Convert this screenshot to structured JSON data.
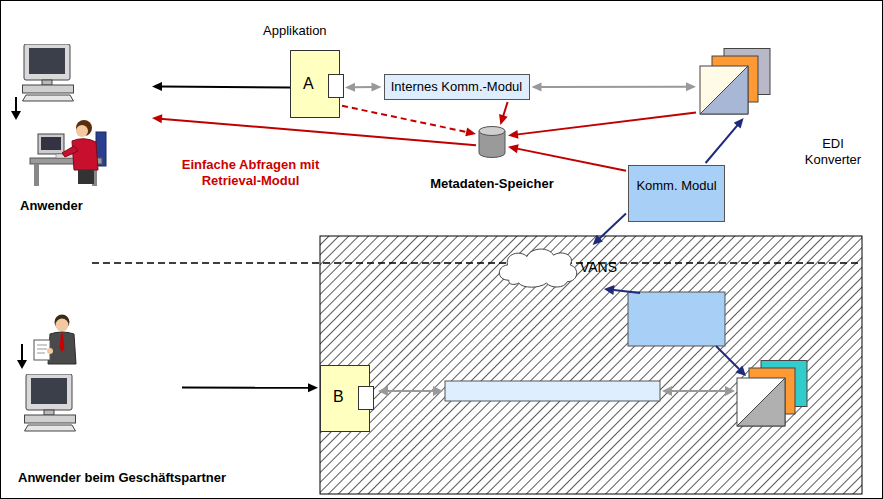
{
  "diagram": {
    "nodes": [
      {
        "text": [
          "Anwender"
        ]
      },
      {
        "text": [
          "Applikation",
          "A"
        ]
      },
      {
        "text": [
          "Internes Komm.-Modul"
        ]
      },
      {
        "text": [
          "EDI Konverter"
        ]
      },
      {
        "text": [
          "Metadaten-Speicher"
        ]
      },
      {
        "text": [
          "Komm. Modul"
        ]
      },
      {
        "text": [
          "VANS"
        ]
      },
      {
        "text": [
          "Anwender beim Geschäftspartner"
        ]
      },
      {
        "text": [
          "B"
        ]
      }
    ],
    "edges": [
      {
        "from": 1,
        "to": 0,
        "arrow": "to"
      },
      {
        "from": 1,
        "to": 2,
        "arrow": "both"
      },
      {
        "from": 2,
        "to": 3,
        "arrow": "both"
      },
      {
        "from": 1,
        "to": 4,
        "arrow": "to"
      },
      {
        "from": 2,
        "to": 4,
        "arrow": "to"
      },
      {
        "from": 3,
        "to": 4,
        "arrow": "to"
      },
      {
        "from": 5,
        "to": 4,
        "arrow": "to"
      },
      {
        "from": 4,
        "to": 0,
        "label": "Einfache Abfragen mit Retrieval-Modul",
        "arrow": "to"
      },
      {
        "from": 5,
        "to": 3,
        "arrow": "to"
      },
      {
        "from": 5,
        "to": 6,
        "arrow": "to"
      },
      {
        "from": 7,
        "to": 8,
        "arrow": "to"
      }
    ]
  }
}
